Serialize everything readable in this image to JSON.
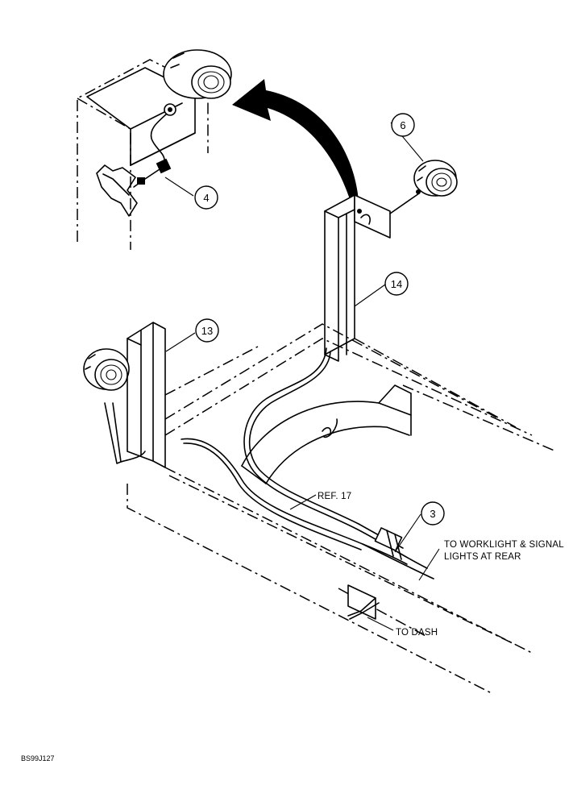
{
  "callouts": {
    "c4": "4",
    "c6": "6",
    "c14": "14",
    "c13": "13",
    "c3": "3"
  },
  "labels": {
    "ref17": "REF. 17",
    "worklight_line1": "TO WORKLIGHT & SIGNAL",
    "worklight_line2": "LIGHTS AT REAR",
    "to_dash": "TO DASH"
  },
  "figure_code": "BS99J127"
}
